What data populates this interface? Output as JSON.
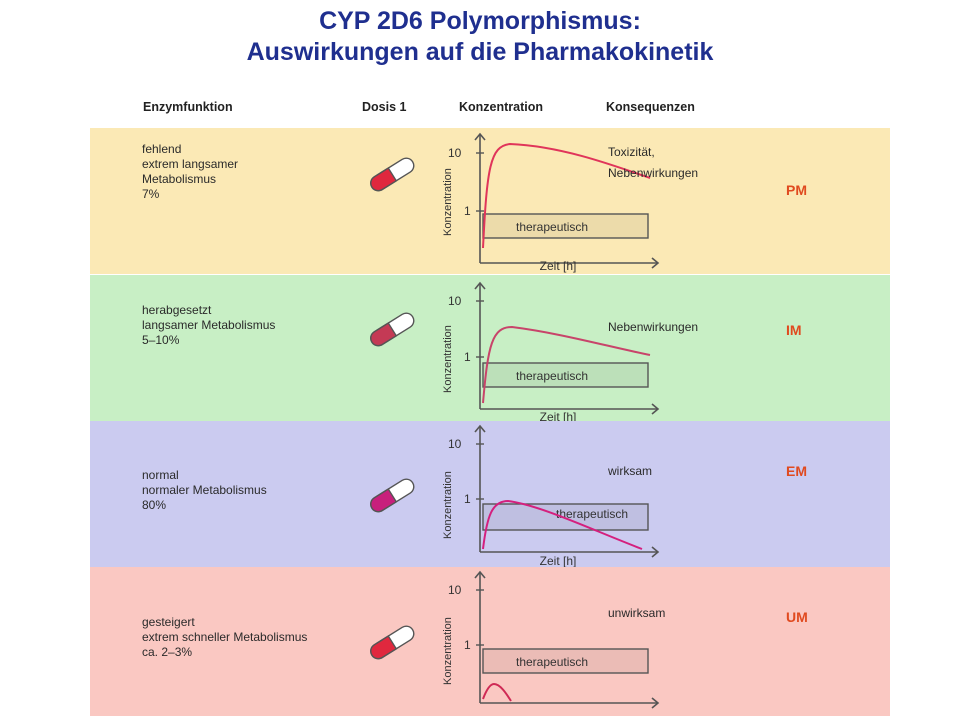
{
  "title": {
    "line1": "CYP 2D6 Polymorphismus:",
    "line2": "Auswirkungen auf die Pharmakokinetik"
  },
  "headers": {
    "enzymfunktion": "Enzymfunktion",
    "dosis": "Dosis 1",
    "konzentration": "Konzentration",
    "konsequenzen": "Konsequenzen"
  },
  "graph_labels": {
    "y_axis": "Konzentration",
    "x_axis": "Zeit [h]",
    "tick_10": "10",
    "tick_1": "1",
    "range": "therapeutisch"
  },
  "rows": [
    {
      "bg": "#fbe9b5",
      "pill_color": "#e0283e",
      "curve_color": "#e0355a",
      "lines": [
        "fehlend",
        "extrem langsamer",
        "Metabolismus",
        "7%"
      ],
      "consequence": [
        "Toxizität,",
        "Nebenwirkungen"
      ],
      "code": "PM"
    },
    {
      "bg": "#c8efc5",
      "pill_color": "#c43a55",
      "curve_color": "#c8446a",
      "lines": [
        "herabgesetzt",
        "langsamer Metabolismus",
        "5–10%"
      ],
      "consequence": [
        "Nebenwirkungen"
      ],
      "code": "IM"
    },
    {
      "bg": "#cbcbf0",
      "pill_color": "#c8207c",
      "curve_color": "#d4207e",
      "lines": [
        "normal",
        "normaler Metabolismus",
        "80%"
      ],
      "consequence": [
        "wirksam"
      ],
      "code": "EM"
    },
    {
      "bg": "#fac8c2",
      "pill_color": "#e0283e",
      "curve_color": "#cf2a55",
      "lines": [
        "gesteigert",
        "extrem schneller Metabolismus",
        "ca. 2–3%"
      ],
      "consequence": [
        "unwirksam"
      ],
      "code": "UM"
    }
  ]
}
